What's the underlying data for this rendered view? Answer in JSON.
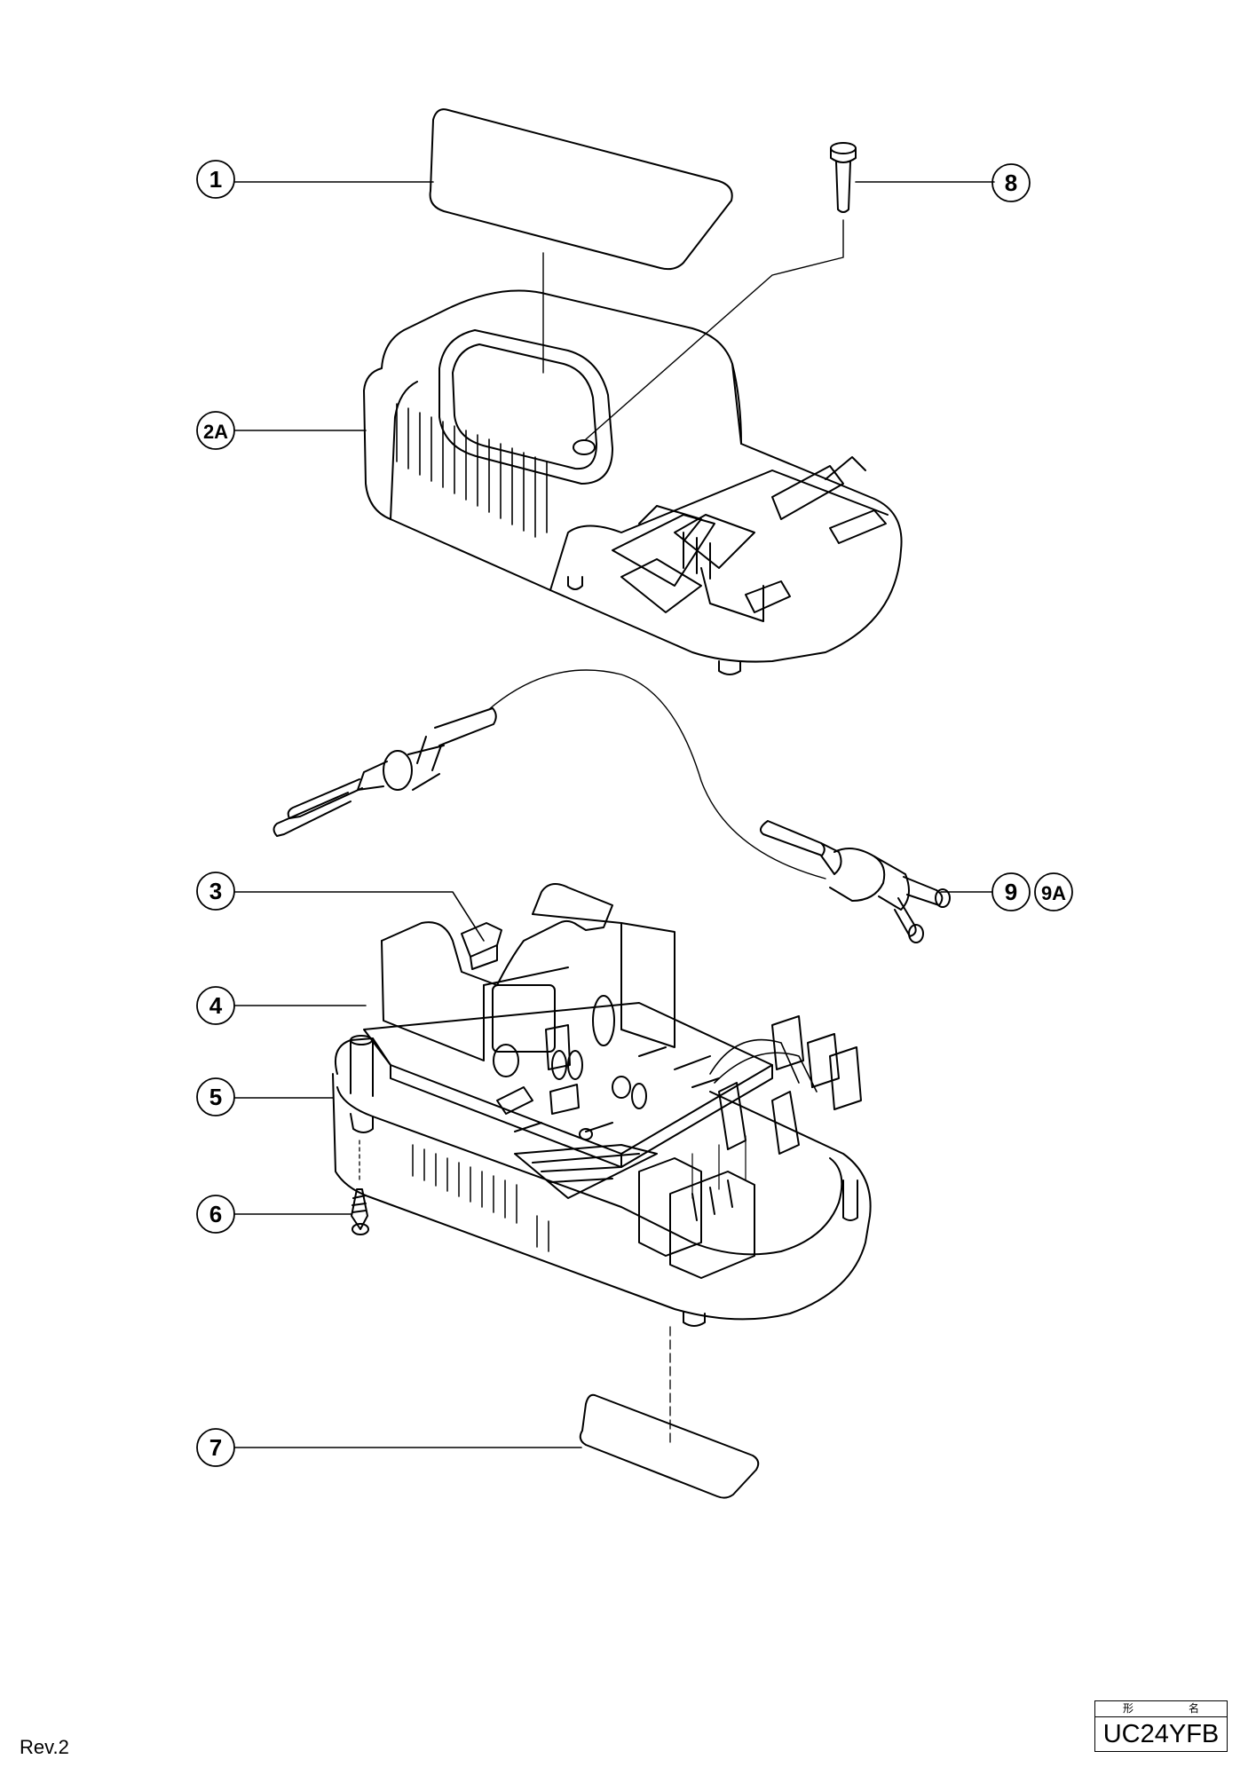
{
  "callouts": {
    "c1": "1",
    "c2a": "2A",
    "c3": "3",
    "c4": "4",
    "c5": "5",
    "c6": "6",
    "c7": "7",
    "c8": "8",
    "c9": "9",
    "c9a": "9A"
  },
  "footer": {
    "revision": "Rev.2",
    "model_head_left": "形",
    "model_head_right": "名",
    "model_name": "UC24YFB"
  }
}
